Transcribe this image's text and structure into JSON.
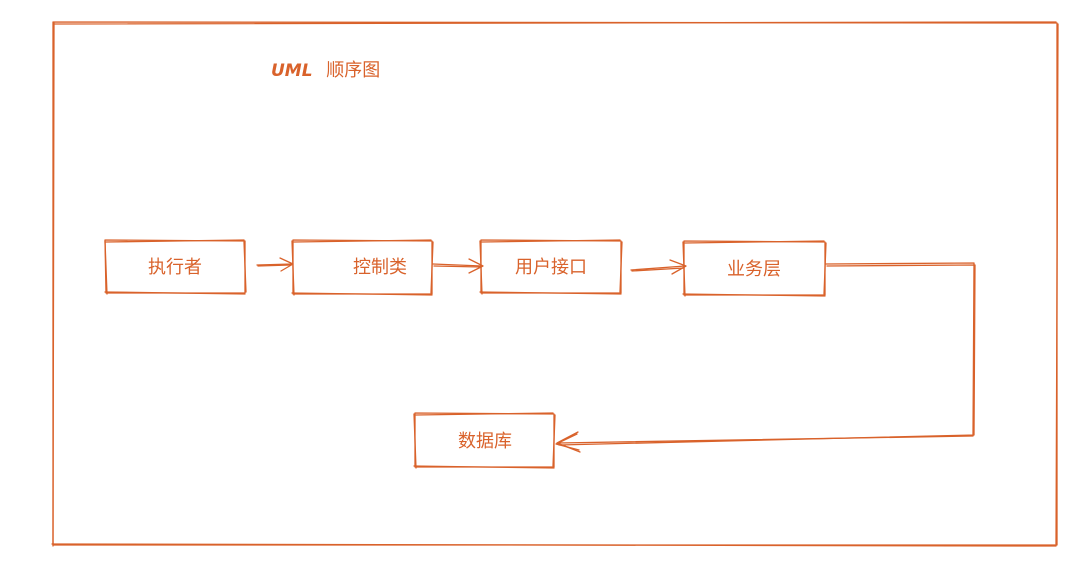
{
  "diagram": {
    "title_prefix": "UML",
    "title_main": "顺序图",
    "stroke_color": "#d9622b",
    "nodes": [
      {
        "id": "executor",
        "label": "执行者"
      },
      {
        "id": "controller",
        "label": "控制类"
      },
      {
        "id": "user-interface",
        "label": "用户接口"
      },
      {
        "id": "business-layer",
        "label": "业务层"
      },
      {
        "id": "database",
        "label": "数据库"
      }
    ],
    "edges": [
      {
        "from": "executor",
        "to": "controller"
      },
      {
        "from": "controller",
        "to": "user-interface"
      },
      {
        "from": "user-interface",
        "to": "business-layer"
      },
      {
        "from": "business-layer",
        "to": "database"
      }
    ]
  }
}
